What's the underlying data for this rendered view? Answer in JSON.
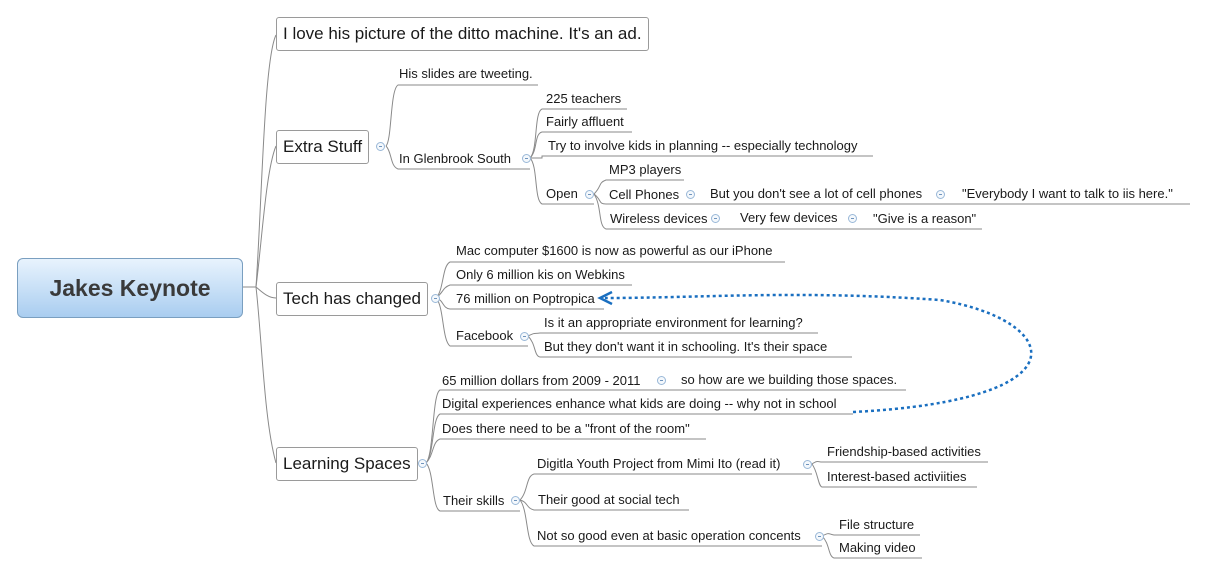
{
  "root": {
    "title": "Jakes Keynote"
  },
  "topics": {
    "ditto": "I love his picture of the ditto machine.  It's an ad.",
    "extra": {
      "label": "Extra Stuff",
      "slides": "His slides are tweeting.",
      "glenbrook": {
        "label": "In Glenbrook South",
        "teachers": "225 teachers",
        "affluent": "Fairly affluent",
        "involve": "Try to involve kids in planning -- especially technology",
        "open": {
          "label": "Open",
          "mp3": "MP3 players",
          "cell": "Cell Phones",
          "cell_note": "But you don't see a lot of cell phones",
          "cell_quote": "\"Everybody I want to talk to iis here.\"",
          "wireless": "Wireless devices",
          "wireless_note": "Very few devices",
          "wireless_quote": "\"Give is a reason\""
        }
      }
    },
    "tech": {
      "label": "Tech has changed",
      "mac": "Mac computer $1600 is now as powerful as our iPhone",
      "webkins": "Only 6 million kis on Webkins",
      "poptropica": "76 million on Poptropica",
      "facebook": {
        "label": "Facebook",
        "appropriate": "Is it an appropriate environment for learning?",
        "schooling": "But they don't want it in schooling.  It's their space"
      }
    },
    "learning": {
      "label": "Learning Spaces",
      "million": "65 million dollars from 2009 - 2011",
      "building": "so how are we building those spaces.",
      "digital": "Digital experiences enhance what kids are doing -- why not in school",
      "front": "Does there need to be a \"front of the room\"",
      "skills": {
        "label": "Their skills",
        "youth": "Digitla Youth Project from Mimi Ito (read it)",
        "friendship": "Friendship-based activities",
        "interest": "Interest-based activiities",
        "social": "Their good at social tech",
        "basic": "Not so good even at basic operation concents",
        "file": "File structure",
        "video": "Making video"
      }
    }
  },
  "colors": {
    "line": "#8a8a8a",
    "relation": "#1a6fc0",
    "root_fill": "#a9cdf0"
  }
}
